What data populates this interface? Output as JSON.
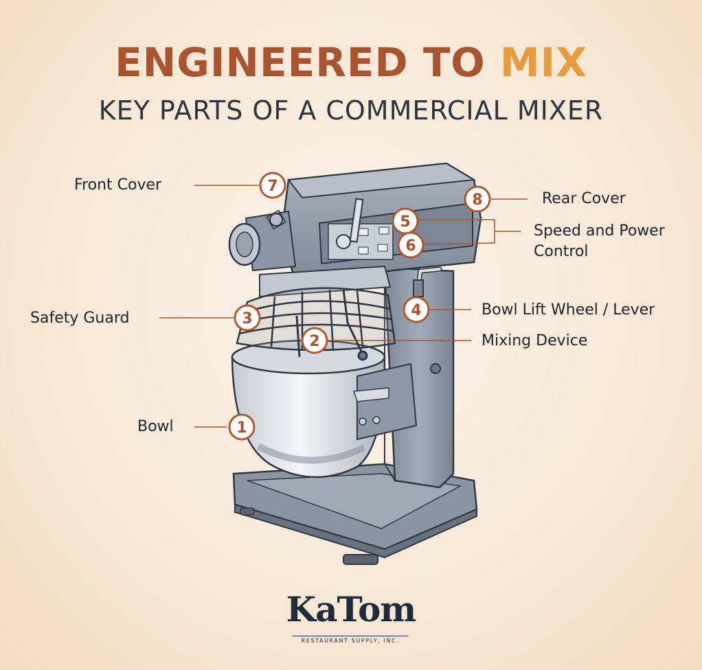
{
  "header": {
    "title_part1": "ENGINEERED TO",
    "title_part2": "MIX",
    "subtitle": "KEY PARTS OF A COMMERCIAL MIXER"
  },
  "callouts": [
    {
      "number": "1",
      "label": "Bowl"
    },
    {
      "number": "2",
      "label": "Mixing Device"
    },
    {
      "number": "3",
      "label": "Safety Guard"
    },
    {
      "number": "4",
      "label": "Bowl Lift Wheel / Lever"
    },
    {
      "number": "5",
      "label": "Speed and Power Control"
    },
    {
      "number": "6",
      "label": ""
    },
    {
      "number": "7",
      "label": "Front Cover"
    },
    {
      "number": "8",
      "label": "Rear Cover"
    }
  ],
  "logo": {
    "name": "KaTom",
    "tagline": "RESTAURANT SUPPLY, INC."
  },
  "colors": {
    "accent_rust": "#a9532f",
    "accent_orange": "#e79b3d",
    "marker_fill": "#ffffff",
    "marker_stroke": "#b2582f",
    "mixer_body": "#8e98a6",
    "text_dark": "#20252c"
  }
}
